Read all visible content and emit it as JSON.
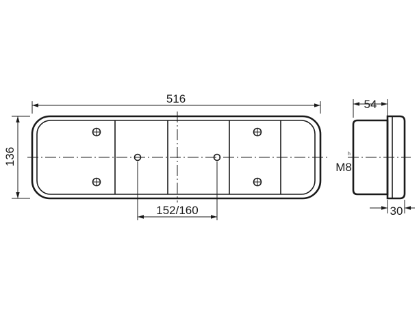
{
  "drawing": {
    "overall_length": "516",
    "overall_height": "136",
    "mount_spacing": "152/160",
    "side_depth": "54",
    "side_flange": "30",
    "thread": "M8",
    "thread_mark": "h"
  }
}
